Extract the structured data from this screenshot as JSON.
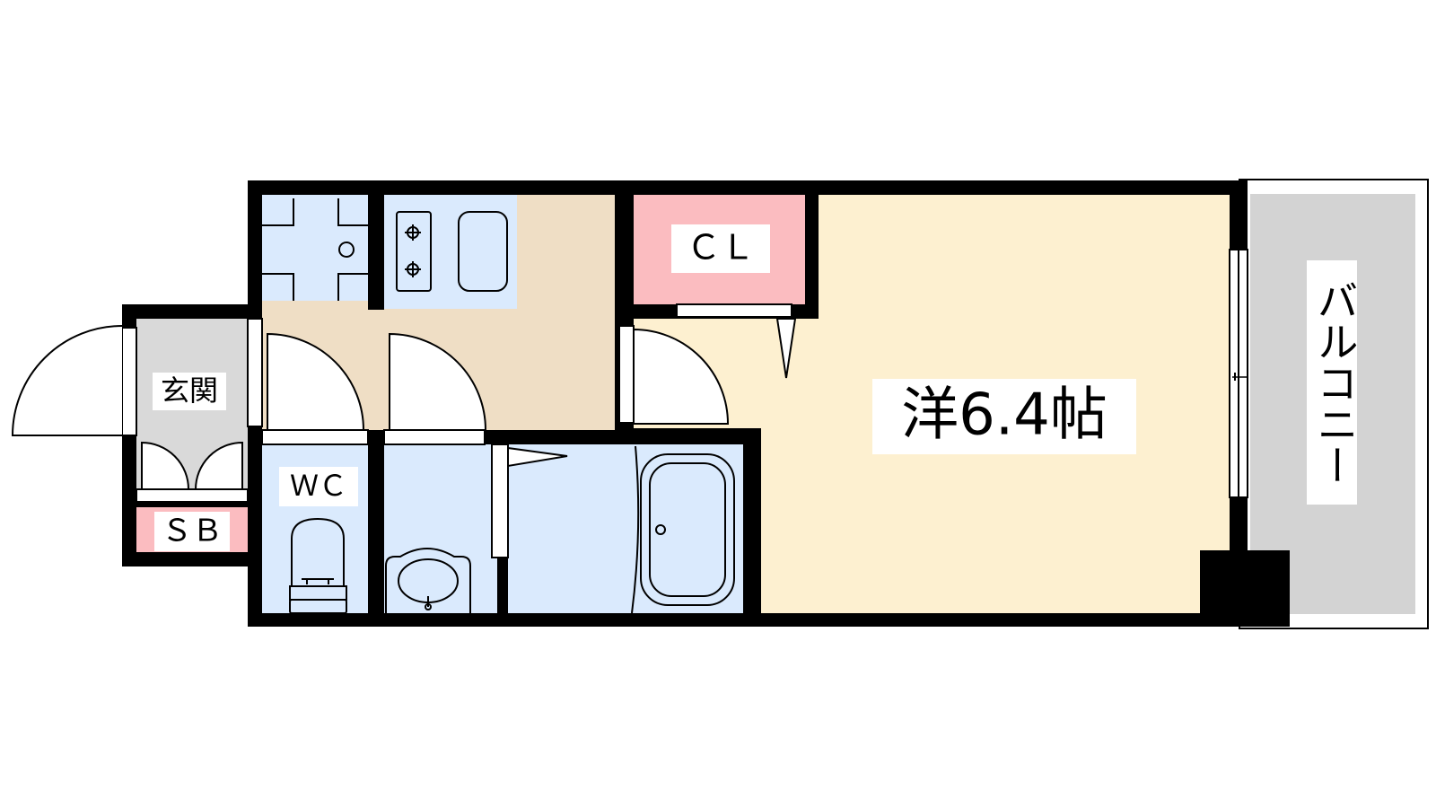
{
  "floorplan": {
    "labels": {
      "main_room": "洋6.4帖",
      "closet": "ＣＬ",
      "entrance": "玄関",
      "shoe_box": "ＳＢ",
      "toilet": "ＷＣ",
      "balcony": "バルコニー"
    },
    "colors": {
      "wall": "#000000",
      "main_room": "#fdf0d0",
      "kitchen_hall": "#efdec5",
      "water_area": "#daeafd",
      "closet": "#fbbcc0",
      "shoe_box": "#fbbcc0",
      "entrance": "#d9d9d9",
      "balcony": "#d3d3d3"
    }
  }
}
